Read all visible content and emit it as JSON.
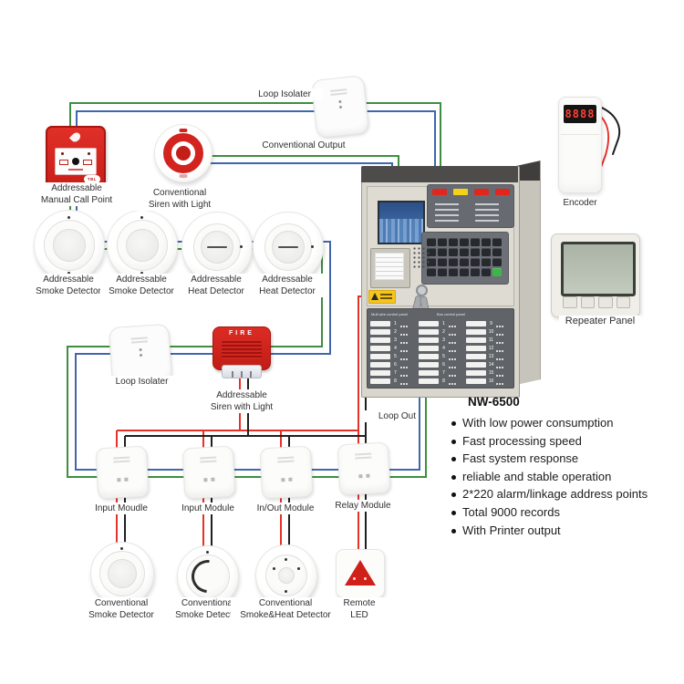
{
  "colors": {
    "wire_green": "#3e8e41",
    "wire_blue": "#4166ac",
    "wire_red": "#e53228",
    "wire_black": "#1f1f1f"
  },
  "labels": {
    "loop_isolater_top": "Loop Isolater",
    "conventional_output": "Conventional Output",
    "loop_out": "Loop Out"
  },
  "call_point": {
    "line1": "Addressable",
    "line2": "Manual Call Point",
    "tbl": "TBL"
  },
  "siren_conv": {
    "line1": "Conventional",
    "line2": "Siren with Light"
  },
  "detectors_top": [
    {
      "line1": "Addressable",
      "line2": "Smoke Detector"
    },
    {
      "line1": "Addressable",
      "line2": "Smoke Detector"
    },
    {
      "line1": "Addressable",
      "line2": "Heat Detector"
    },
    {
      "line1": "Addressable",
      "line2": "Heat Detector"
    }
  ],
  "loop_isolater_mid": {
    "label": "Loop Isolater"
  },
  "siren_addr": {
    "fire": "FIRE",
    "line1": "Addressable",
    "line2": "Siren with Light"
  },
  "encoder": {
    "display": "8888",
    "label": "Encoder"
  },
  "repeater": {
    "label": "Repeater Panel"
  },
  "control_panel": {
    "left_header": "Mult wire control panel",
    "right_header": "Bus control panel",
    "zone_numbers_left": [
      "1",
      "2",
      "3",
      "4",
      "5",
      "6",
      "7",
      "8"
    ],
    "zone_numbers_mid": [
      "1",
      "2",
      "3",
      "4",
      "5",
      "6",
      "7",
      "8"
    ],
    "zone_numbers_right": [
      "9",
      "10",
      "11",
      "12",
      "13",
      "14",
      "15",
      "16"
    ],
    "indicator_colors": [
      "#e2251d",
      "#f3d21c",
      "#e2251d",
      "#e2251d"
    ]
  },
  "modules": [
    {
      "label": "Input Moudle"
    },
    {
      "label": "Input Module"
    },
    {
      "label": "In/Out Module"
    },
    {
      "label": "Relay Module"
    }
  ],
  "detectors_bottom": [
    {
      "line1": "Conventional",
      "line2": "Smoke Detector"
    },
    {
      "line1": "Conventional",
      "line2": "Smoke Detector"
    },
    {
      "line1": "Conventional",
      "line2": "Smoke&Heat Detector"
    },
    {
      "line1": "Remote",
      "line2": "LED"
    }
  ],
  "product": {
    "title": "NW-6500",
    "features": [
      "With low power consumption",
      "Fast processing speed",
      "Fast system response",
      "reliable and stable operation",
      "2*220 alarm/linkage address points",
      "Total 9000 records",
      "With Printer output"
    ]
  }
}
